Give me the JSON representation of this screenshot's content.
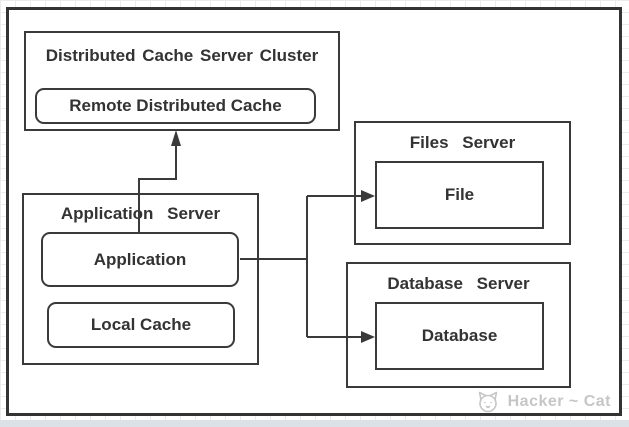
{
  "diagram": {
    "nodes": {
      "cluster": {
        "title": "Distributed Cache Server Cluster",
        "cache_label": "Remote Distributed Cache"
      },
      "app_server": {
        "title": "Application  Server",
        "application_label": "Application",
        "local_cache_label": "Local Cache"
      },
      "files_server": {
        "title": "Files  Server",
        "file_label": "File"
      },
      "database_server": {
        "title": "Database  Server",
        "database_label": "Database"
      }
    },
    "edges": [
      {
        "from": "Application",
        "to": "Remote Distributed Cache",
        "style": "arrow-up"
      },
      {
        "from": "Application",
        "to": "File",
        "style": "arrow-right"
      },
      {
        "from": "Application",
        "to": "Database",
        "style": "arrow-right"
      }
    ],
    "watermark": "Hacker ~ Cat",
    "colors": {
      "line": "#3a3a3a",
      "text": "#333333",
      "outer_border": "#333333",
      "grid": "#ebebeb",
      "bottom_strip": "#dce1e7",
      "watermark": "#c6c6c6"
    }
  }
}
